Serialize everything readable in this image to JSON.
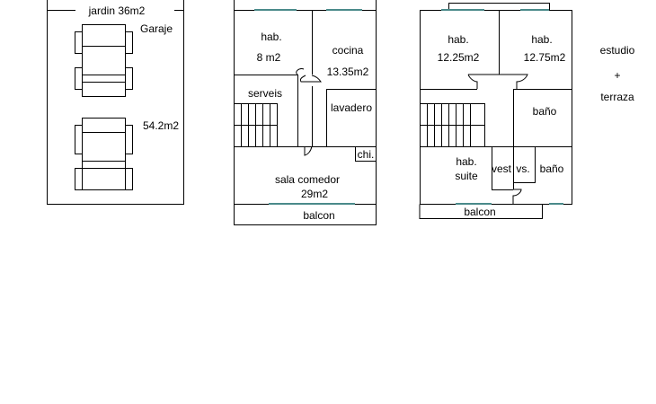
{
  "colors": {
    "wall": "#000000",
    "window": "#4a8a8a",
    "background": "#ffffff"
  },
  "ground_floor": {
    "garden": "jardin 36m2",
    "garage": "Garaje",
    "garage_area": "54.2m2"
  },
  "first_floor": {
    "room1": "hab.",
    "room1_area": "8 m2",
    "kitchen": "cocina",
    "kitchen_area": "13.35m2",
    "services": "serveis",
    "laundry": "lavadero",
    "chimney": "chi.",
    "living": "sala comedor",
    "living_area": "29m2",
    "balcony": "balcon"
  },
  "second_floor": {
    "room1": "hab.",
    "room1_area": "12.25m2",
    "room2": "hab.",
    "room2_area": "12.75m2",
    "bath1": "baño",
    "suite": "hab.",
    "suite2": "suite",
    "dressing": "vest",
    "vs": "vs.",
    "bath2": "baño",
    "balcony": "balcon"
  },
  "top_floor": {
    "study": "estudio",
    "plus": "+",
    "terrace": "terraza"
  }
}
